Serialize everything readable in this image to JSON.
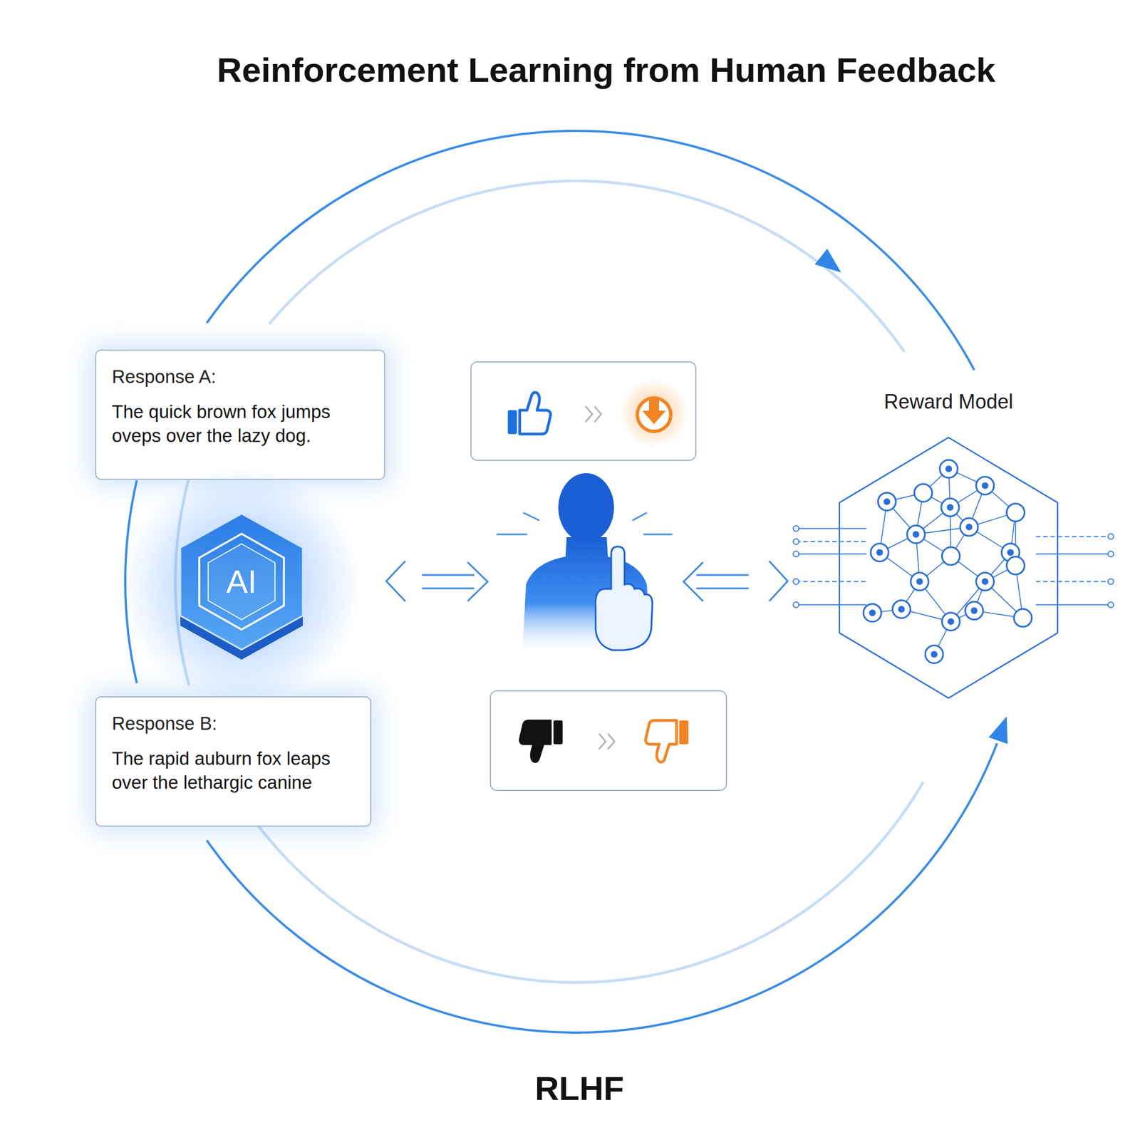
{
  "diagram": {
    "title": "Reinforcement Learning from Human Feedback",
    "caption": "RLHF",
    "nodes": [
      {
        "text": [
          "Response A:",
          "The quick brown fox jumps oveps over the lazy dog."
        ]
      },
      {
        "text": [
          "AI"
        ]
      },
      {
        "text": [
          "Response B:",
          "The rapid auburn fox leaps over the lethargic canine"
        ]
      },
      {
        "text": [
          "Reward Model"
        ]
      }
    ]
  }
}
